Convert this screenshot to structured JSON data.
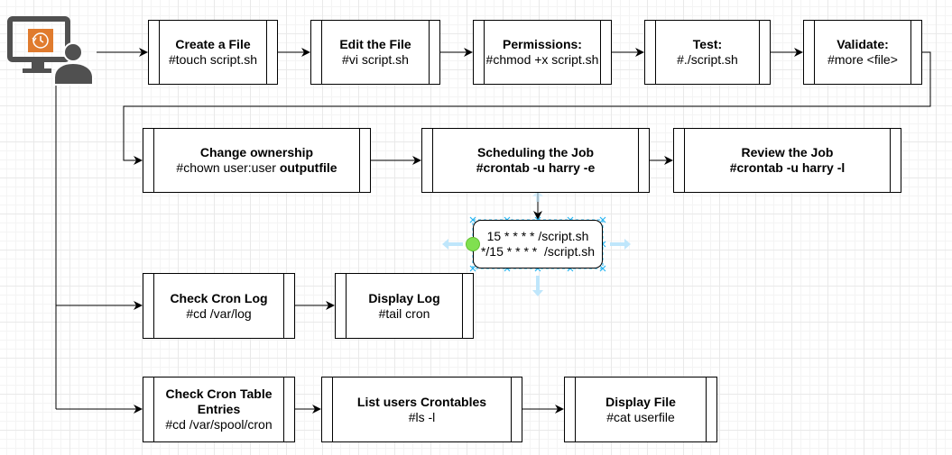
{
  "steps": {
    "create_file": {
      "title": "Create a File",
      "command": "#touch script.sh"
    },
    "edit_file": {
      "title": "Edit the File",
      "command": "#vi script.sh"
    },
    "permissions": {
      "title": "Permissions:",
      "command": "#chmod +x script.sh"
    },
    "test": {
      "title": "Test:",
      "command": "#./script.sh"
    },
    "validate": {
      "title": "Validate:",
      "command": "#more <file>"
    },
    "change_ownership": {
      "title": "Change ownership",
      "command": "#chown user:user ",
      "command_bold": "outputfile"
    },
    "scheduling": {
      "title": "Scheduling the Job",
      "command": "#crontab -u harry -e"
    },
    "review": {
      "title": "Review the Job",
      "command": "#crontab -u harry -l"
    },
    "check_cron_log": {
      "title": "Check Cron Log",
      "command": "#cd /var/log"
    },
    "display_log": {
      "title": "Display Log",
      "command": "#tail cron"
    },
    "check_cron_table": {
      "title_line1": "Check Cron Table",
      "title_line2": "Entries",
      "command": "#cd /var/spool/cron"
    },
    "list_users": {
      "title": "List users Crontables",
      "command": "#ls -l"
    },
    "display_file": {
      "title": "Display File",
      "command": "#cat userfile"
    }
  },
  "cron_entries": [
    "15 * * * * /script.sh",
    "*/15 * * * *  /script.sh"
  ],
  "colors": {
    "icon_dark": "#505050",
    "icon_accent": "#e07b2e",
    "selection": "#29b6f2",
    "handle_green": "#80e050"
  },
  "icons": {
    "user": "computer-user-icon",
    "clock": "clock-refresh-icon"
  }
}
